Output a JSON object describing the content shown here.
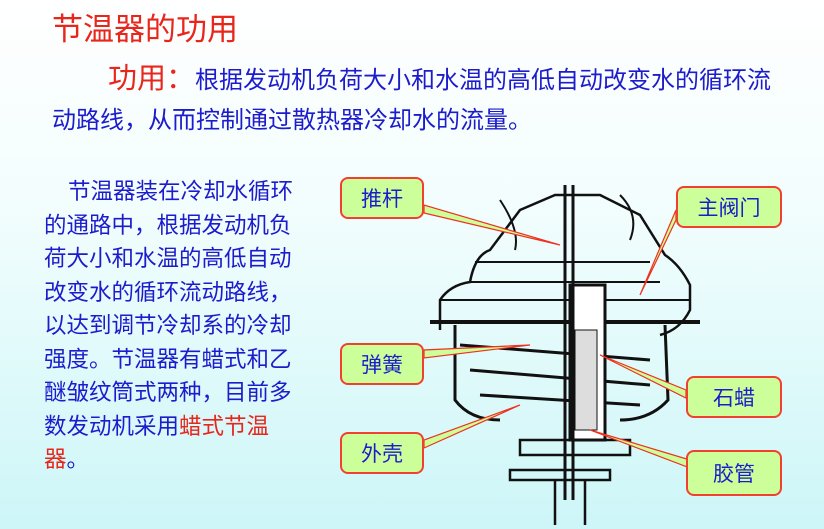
{
  "title": "节温器的功用",
  "function": {
    "label": "功用：",
    "text": "根据发动机负荷大小和水温的高低自动改变水的循环流动路线，从而控制通过散热器冷却水的流量。"
  },
  "body": {
    "text": "节温器装在冷却水循环的通路中，根据发动机负荷大小和水温的高低自动改变水的循环流动路线，以达到调节冷却系的冷却强度。节温器有蜡式和乙醚皱纹筒式两种，目前多数发动机采用",
    "highlight": "蜡式节温器",
    "end": "。"
  },
  "callouts": {
    "push_rod": "推杆",
    "main_valve": "主阀门",
    "spring": "弹簧",
    "paraffin": "石蜡",
    "housing": "外壳",
    "rubber_tube": "胶管"
  }
}
